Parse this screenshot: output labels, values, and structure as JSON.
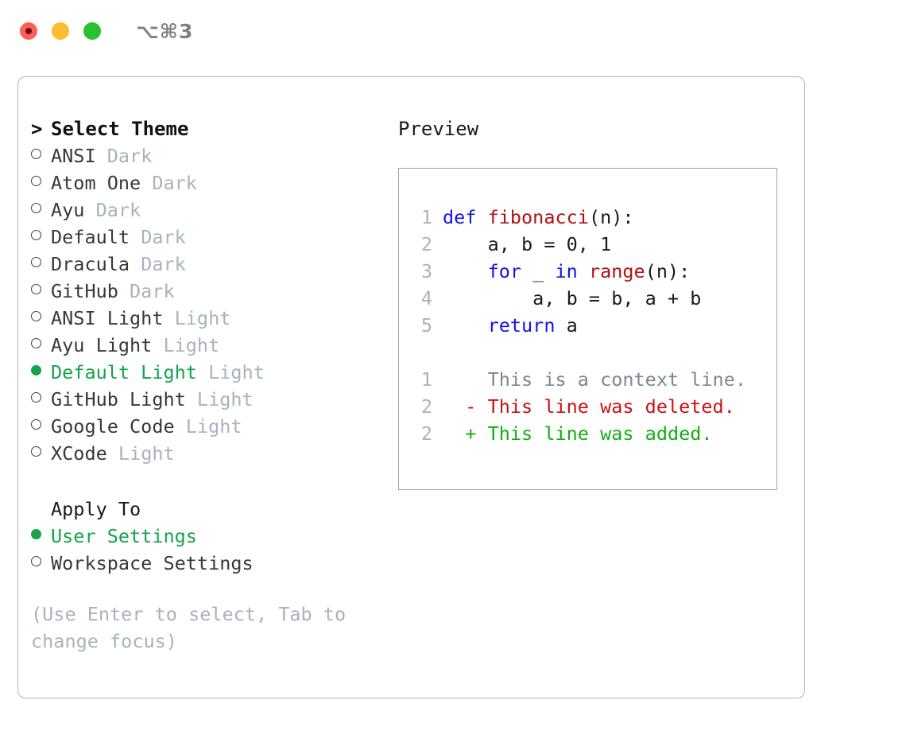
{
  "titlebar": {
    "lights": [
      "close-red",
      "minimize-yellow",
      "maximize-green"
    ],
    "shortcut": "⌥⌘3"
  },
  "theme_panel": {
    "prompt": ">",
    "title": "Select Theme",
    "items": [
      {
        "label": "ANSI",
        "tag": "Dark",
        "selected": false,
        "bullet": "○"
      },
      {
        "label": "Atom One",
        "tag": "Dark",
        "selected": false,
        "bullet": "○"
      },
      {
        "label": "Ayu",
        "tag": "Dark",
        "selected": false,
        "bullet": "○"
      },
      {
        "label": "Default",
        "tag": "Dark",
        "selected": false,
        "bullet": "○"
      },
      {
        "label": "Dracula",
        "tag": "Dark",
        "selected": false,
        "bullet": "○"
      },
      {
        "label": "GitHub",
        "tag": "Dark",
        "selected": false,
        "bullet": "○"
      },
      {
        "label": "ANSI Light",
        "tag": "Light",
        "selected": false,
        "bullet": "○"
      },
      {
        "label": "Ayu Light",
        "tag": "Light",
        "selected": false,
        "bullet": "○"
      },
      {
        "label": "Default Light",
        "tag": "Light",
        "selected": true,
        "bullet": "●"
      },
      {
        "label": "GitHub Light",
        "tag": "Light",
        "selected": false,
        "bullet": "○"
      },
      {
        "label": "Google Code",
        "tag": "Light",
        "selected": false,
        "bullet": "○"
      },
      {
        "label": "XCode",
        "tag": "Light",
        "selected": false,
        "bullet": "○"
      }
    ]
  },
  "apply_to": {
    "title": "Apply To",
    "items": [
      {
        "label": "User Settings",
        "selected": true,
        "bullet": "●"
      },
      {
        "label": "Workspace Settings",
        "selected": false,
        "bullet": "○"
      }
    ]
  },
  "hint": {
    "line1": "(Use Enter to select, Tab to",
    "line2": "change focus)"
  },
  "preview": {
    "title": "Preview",
    "code_lines": [
      {
        "no": "1",
        "tokens": [
          {
            "t": "def ",
            "c": "kw"
          },
          {
            "t": "fibonacci",
            "c": "fn"
          },
          {
            "t": "(n):",
            "c": "plain"
          }
        ]
      },
      {
        "no": "2",
        "tokens": [
          {
            "t": "    a, b = 0, 1",
            "c": "plain"
          }
        ]
      },
      {
        "no": "3",
        "tokens": [
          {
            "t": "    ",
            "c": "plain"
          },
          {
            "t": "for",
            "c": "kw"
          },
          {
            "t": " _ ",
            "c": "plain"
          },
          {
            "t": "in",
            "c": "kw"
          },
          {
            "t": " ",
            "c": "plain"
          },
          {
            "t": "range",
            "c": "fn"
          },
          {
            "t": "(n):",
            "c": "plain"
          }
        ]
      },
      {
        "no": "4",
        "tokens": [
          {
            "t": "        a, b = b, a + b",
            "c": "plain"
          }
        ]
      },
      {
        "no": "5",
        "tokens": [
          {
            "t": "    ",
            "c": "plain"
          },
          {
            "t": "return",
            "c": "kw"
          },
          {
            "t": " a",
            "c": "plain"
          }
        ]
      }
    ],
    "diff_lines": [
      {
        "no": "1",
        "marker": " ",
        "text": "This is a context line.",
        "kind": "ctx"
      },
      {
        "no": "2",
        "marker": "-",
        "text": "This line was deleted.",
        "kind": "del"
      },
      {
        "no": "2",
        "marker": "+",
        "text": "This line was added.",
        "kind": "add"
      }
    ]
  },
  "colors": {
    "accent_green": "#16a34a",
    "muted": "#a9b2bd",
    "keyword_blue": "#1414e0",
    "function_red": "#b01111",
    "diff_add": "#11b011",
    "diff_del": "#cc1111",
    "border": "#aab4c0"
  }
}
